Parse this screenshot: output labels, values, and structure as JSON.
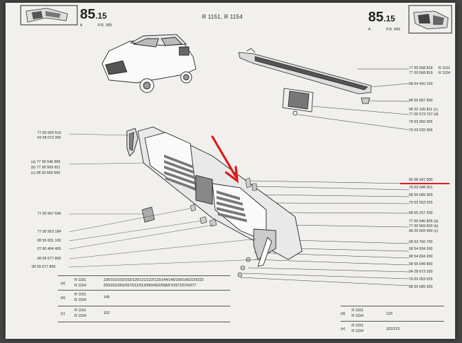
{
  "header": {
    "page_left": "85",
    "page_left_sub": ".15",
    "page_right": "85",
    "page_right_sub": ".15",
    "ref_left_a": "A",
    "ref_left_pr": "P.R. 995",
    "ref_right_a": "A",
    "ref_right_pr": "P.R. 995",
    "models": "R 1151, R 1154"
  },
  "left_refs": [
    "77 00 550 919",
    "04 28 673 300",
    "(a) 77 00 546 806",
    "(b) 77 00 569 821",
    "(c) 08 20 669 500",
    "77 00 567 696",
    "77 00 563 184",
    "08 55 831 100",
    "07 60 484 400",
    "08 55 677 800",
    "08 55 677 800"
  ],
  "right_refs": [
    "77 00 568 818",
    "77 00 568 819",
    "08 54 420 100",
    "08 55 687 900",
    "08 32 105 811 (c)",
    "77 00 573 737 (d)",
    "79 03 056 005",
    "79 03 032 006",
    "06 08 347 000",
    "79 03 048 001",
    "08 55 689 300",
    "79 03 053 025",
    "08 55 257 200",
    "77 00 546 805 (a)",
    "77 00 569 820 (b)",
    "08 20 669 400 (c)",
    "08 53 766 700",
    "08 54 834 200",
    "08 54 834 200",
    "08 55 649 800",
    "04 28 673 200",
    "79 03 053 025",
    "08 55 689 300"
  ],
  "right_tags": [
    "R 1151",
    "R 1154"
  ],
  "table_left": {
    "a_label": "(a)",
    "a_r1": "R 1151",
    "a_r2": "R 1154",
    "a_v1": "100/101/102/103/120/121/122/123/144/146/160/166/220/222",
    "a_v2": "250/262/263/267/511/513/560/562/568/570/572/576/577",
    "b_label": "(b)",
    "b_r1": "R 1151",
    "b_r2": "R 1154",
    "b_v": "145",
    "c_label": "(c)",
    "c_r1": "R 1151",
    "c_r2": "R 1154",
    "c_v": "102"
  },
  "table_right": {
    "d_label": "(d)",
    "d_r1": "R 1151",
    "d_r2": "R 1154",
    "d_v": "123",
    "e_label": "(e)",
    "e_r1": "R 1151",
    "e_r2": "R 1154",
    "e_v": "102/123"
  },
  "colors": {
    "annotation": "#e01818",
    "ink": "#222222",
    "paper": "#f1f0ec"
  }
}
